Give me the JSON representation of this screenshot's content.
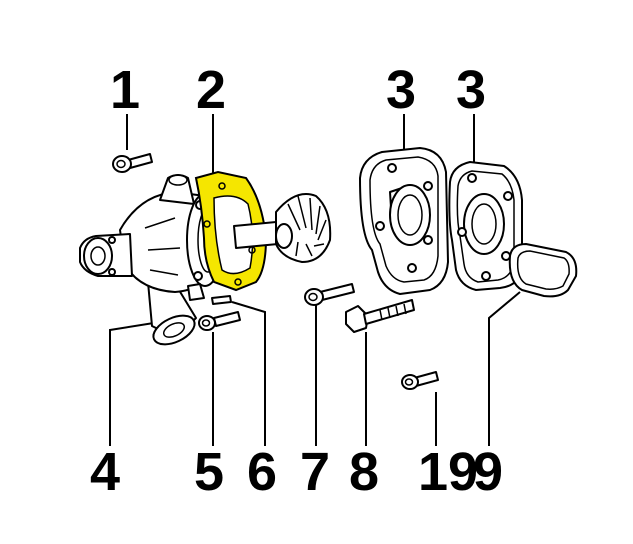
{
  "callouts": {
    "top": [
      {
        "number": "1"
      },
      {
        "number": "2"
      },
      {
        "number": "3"
      },
      {
        "number": "3"
      }
    ],
    "bottom": [
      {
        "number": "4"
      },
      {
        "number": "5"
      },
      {
        "number": "6"
      },
      {
        "number": "7"
      },
      {
        "number": "8"
      },
      {
        "number": "19"
      },
      {
        "number": "9"
      }
    ]
  },
  "highlight": {
    "part_number": "2",
    "color": "#f5e600"
  }
}
